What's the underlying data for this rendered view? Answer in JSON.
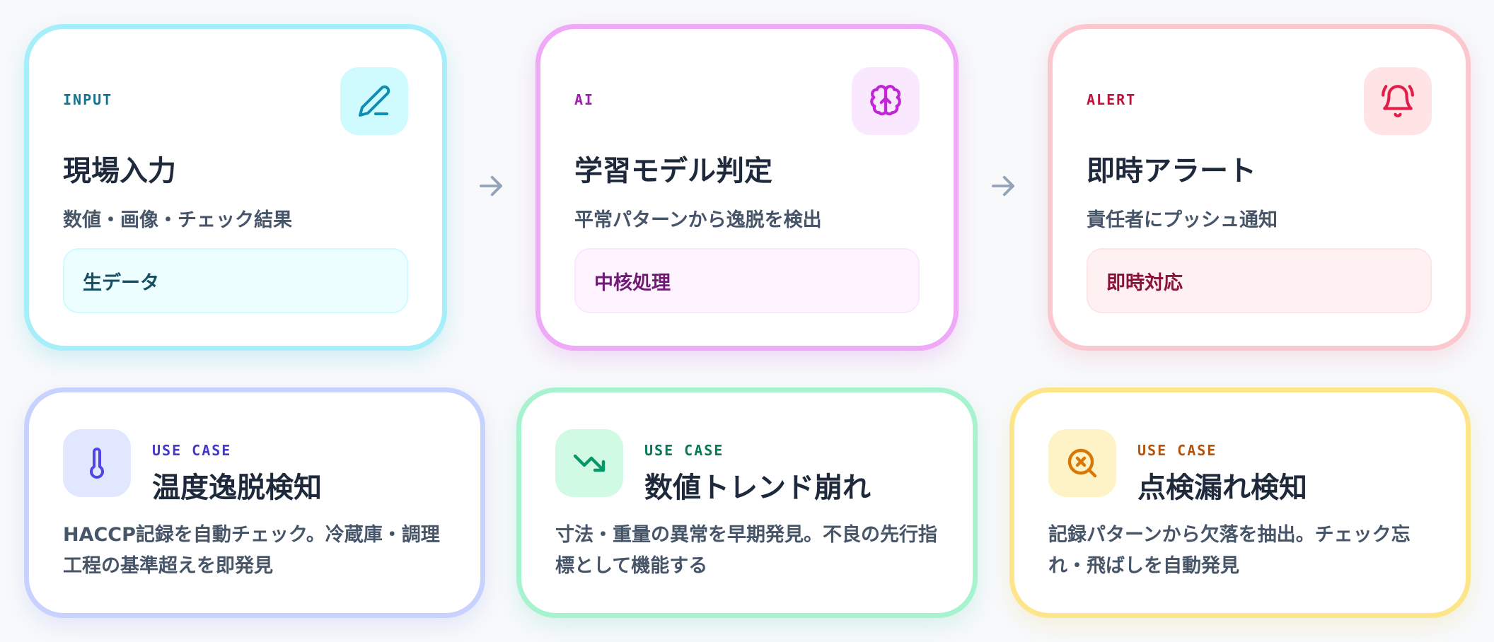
{
  "flow": {
    "input": {
      "tag": "INPUT",
      "title": "現場入力",
      "subtitle": "数値・画像・チェック結果",
      "pill": "生データ",
      "icon": "pencil-icon",
      "accent": "#0e7490"
    },
    "ai": {
      "tag": "AI",
      "title": "学習モデル判定",
      "subtitle": "平常パターンから逸脱を検出",
      "pill": "中核処理",
      "icon": "brain-icon",
      "accent": "#a21caf"
    },
    "alert": {
      "tag": "ALERT",
      "title": "即時アラート",
      "subtitle": "責任者にプッシュ通知",
      "pill": "即時対応",
      "icon": "bell-icon",
      "accent": "#be123c"
    },
    "arrow_icon": "arrow-right-icon"
  },
  "use_cases": [
    {
      "tag": "USE CASE",
      "title": "温度逸脱検知",
      "description": "HACCP記録を自動チェック。冷蔵庫・調理工程の基準超えを即発見",
      "icon": "thermometer-icon",
      "accent": "#4338ca"
    },
    {
      "tag": "USE CASE",
      "title": "数値トレンド崩れ",
      "description": "寸法・重量の異常を早期発見。不良の先行指標として機能する",
      "icon": "trending-down-icon",
      "accent": "#047857"
    },
    {
      "tag": "USE CASE",
      "title": "点検漏れ検知",
      "description": "記録パターンから欠落を抽出。チェック忘れ・飛ばしを自動発見",
      "icon": "search-x-icon",
      "accent": "#b45309"
    }
  ]
}
